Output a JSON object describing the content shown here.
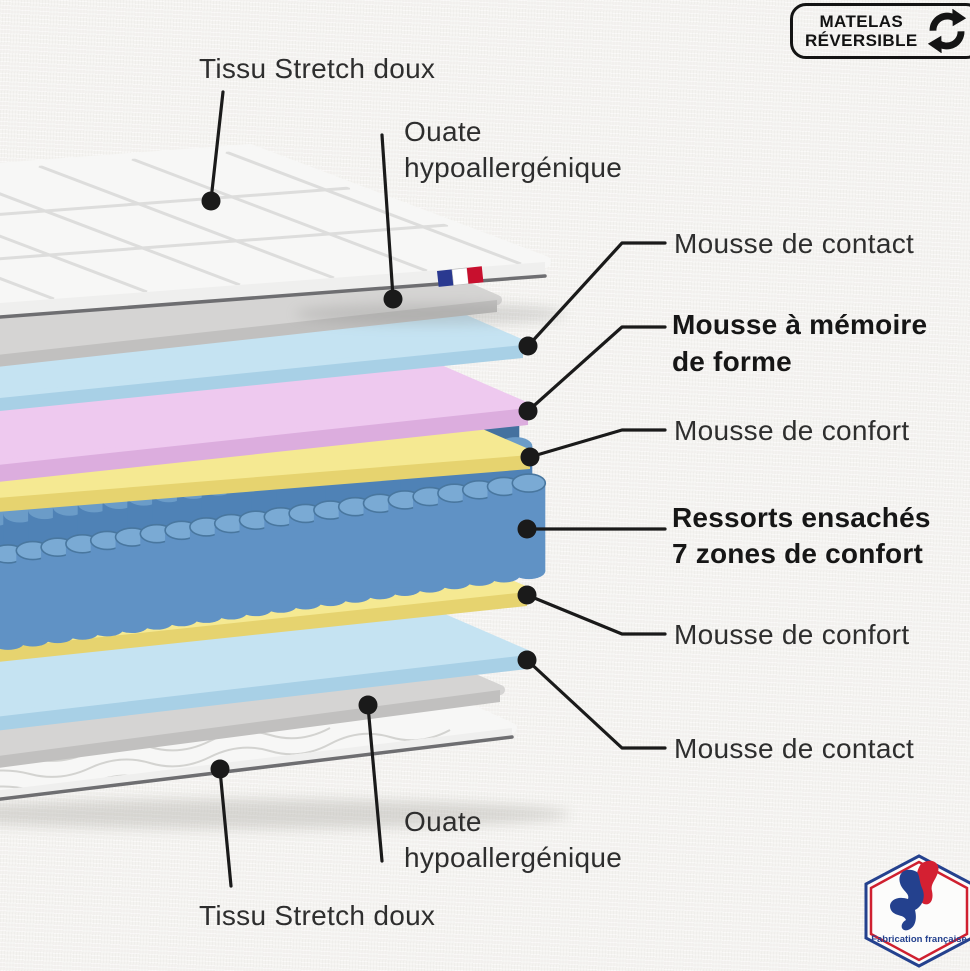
{
  "badge": {
    "line1": "MATELAS",
    "line2": "RÉVERSIBLE",
    "icon": "reversible-arrows-icon"
  },
  "labels": {
    "tissu_top": "Tissu Stretch doux",
    "ouate_top_1": "Ouate",
    "ouate_top_2": "hypoallergénique",
    "contact_top": "Mousse de contact",
    "memoire_1": "Mousse à mémoire",
    "memoire_2": "de forme",
    "confort_top": "Mousse de confort",
    "ressorts_1": "Ressorts ensachés",
    "ressorts_2": "7 zones de confort",
    "confort_bottom": "Mousse de confort",
    "contact_bottom": "Mousse de contact",
    "ouate_bottom_1": "Ouate",
    "ouate_bottom_2": "hypoallergénique",
    "tissu_bottom": "Tissu Stretch doux"
  },
  "footer_logo": {
    "text": "Fabrication française"
  },
  "layers": [
    {
      "name": "tissu-stretch-top",
      "type": "quilted-cover"
    },
    {
      "name": "ouate-hypoallergenique-top",
      "type": "wadding"
    },
    {
      "name": "mousse-de-contact-top",
      "type": "foam"
    },
    {
      "name": "mousse-memoire-de-forme",
      "type": "memory-foam"
    },
    {
      "name": "mousse-de-confort-top",
      "type": "foam"
    },
    {
      "name": "ressorts-ensaches-7-zones",
      "type": "pocket-springs"
    },
    {
      "name": "mousse-de-confort-bottom",
      "type": "foam"
    },
    {
      "name": "mousse-de-contact-bottom",
      "type": "foam"
    },
    {
      "name": "ouate-hypoallergenique-bottom",
      "type": "wadding"
    },
    {
      "name": "tissu-stretch-bottom",
      "type": "quilted-cover"
    }
  ],
  "colors": {
    "line": "#1a1a1a",
    "quilt_top": "#f7f7f6",
    "quilt_face": "#efefee",
    "quilt_rim": "#6e6e71",
    "quilt_stitch": "#dcdcdb",
    "gray_top": "#d5d4d3",
    "gray_face": "#c1c0bf",
    "blue_top": "#c5e3f2",
    "blue_face": "#a8d0e6",
    "pink_top": "#eec9ef",
    "pink_face": "#dcadde",
    "yellow_top": "#f5e992",
    "yellow_face": "#e6d36f",
    "spring_body": "#6092c5",
    "spring_top": "#7aaad4",
    "spring_rim": "#49779f",
    "spring_back1": "#4f82b6",
    "spring_back1_top": "#6b9cc8",
    "spring_back2": "#44719f",
    "spring_back2_top": "#5584ad",
    "flag_blue": "#2a3990",
    "flag_white": "#ffffff",
    "flag_red": "#c8102e",
    "hex_blue": "#24418e",
    "hex_red": "#cf2030",
    "rooster_blue": "#24418e",
    "rooster_red": "#d42032"
  }
}
